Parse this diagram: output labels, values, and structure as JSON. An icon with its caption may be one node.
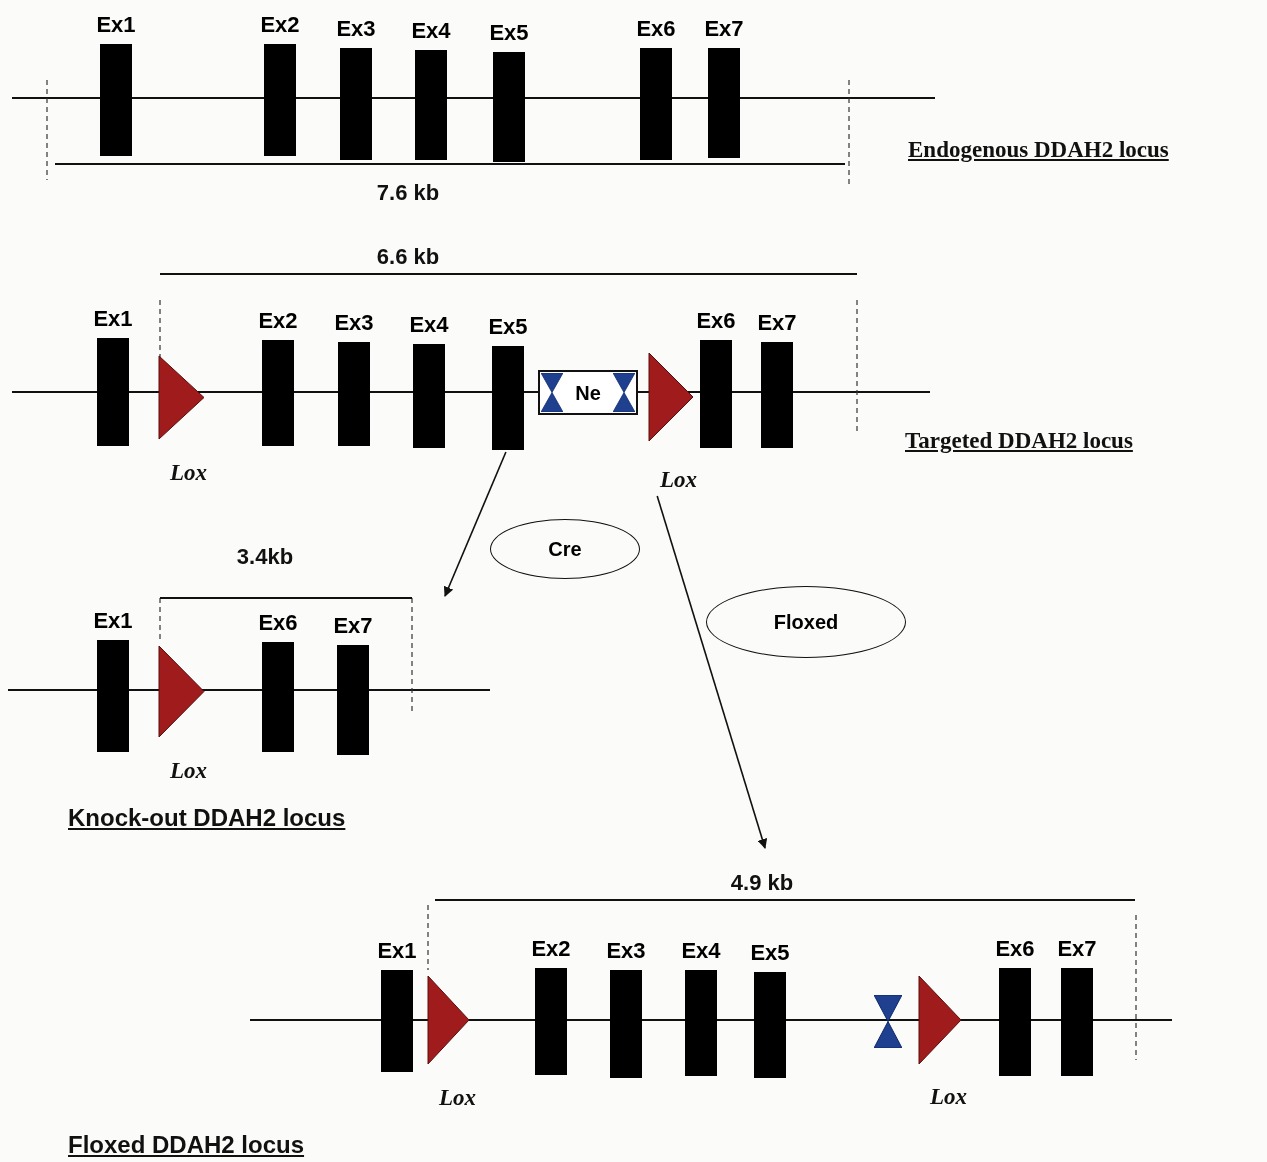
{
  "diagram": {
    "nodes": [
      {
        "text": [
          "Ex1"
        ]
      },
      {
        "text": [
          "Ex2"
        ]
      },
      {
        "text": [
          "Ex3"
        ]
      },
      {
        "text": [
          "Ex4"
        ]
      },
      {
        "text": [
          "Ex5"
        ]
      },
      {
        "text": [
          "Ex6"
        ]
      },
      {
        "text": [
          "Ex7"
        ]
      },
      {
        "text": [
          "Ex1"
        ]
      },
      {
        "text": [
          "Lox"
        ]
      },
      {
        "text": [
          "Ex2"
        ]
      },
      {
        "text": [
          "Ex3"
        ]
      },
      {
        "text": [
          "Ex4"
        ]
      },
      {
        "text": [
          "Ex5"
        ]
      },
      {
        "text": [
          "Ne"
        ]
      },
      {
        "text": [
          "Lox"
        ]
      },
      {
        "text": [
          "Ex6"
        ]
      },
      {
        "text": [
          "Ex7"
        ]
      },
      {
        "text": [
          "Cre"
        ]
      },
      {
        "text": [
          "Floxed"
        ]
      },
      {
        "text": [
          "Ex1"
        ]
      },
      {
        "text": [
          "Lox"
        ]
      },
      {
        "text": [
          "Ex6"
        ]
      },
      {
        "text": [
          "Ex7"
        ]
      },
      {
        "text": [
          "Ex1"
        ]
      },
      {
        "text": [
          "Lox"
        ]
      },
      {
        "text": [
          "Ex2"
        ]
      },
      {
        "text": [
          "Ex3"
        ]
      },
      {
        "text": [
          "Ex4"
        ]
      },
      {
        "text": [
          "Ex5"
        ]
      },
      {
        "text": [],
        "shape": "bowtie"
      },
      {
        "text": [
          "Lox"
        ]
      },
      {
        "text": [
          "Ex6"
        ]
      },
      {
        "text": [
          "Ex7"
        ]
      }
    ],
    "edges": [
      {
        "from": 12,
        "to": null,
        "arrow": "to"
      },
      {
        "from": 14,
        "to": null,
        "arrow": "to"
      }
    ],
    "labels": [
      "7.6 kb",
      "Endogenous DDAH2 locus",
      "6.6 kb",
      "Targeted DDAH2 locus",
      "3.4kb",
      "Knock-out DDAH2 locus",
      "4.9 kb",
      "Floxed DDAH2 locus"
    ]
  }
}
